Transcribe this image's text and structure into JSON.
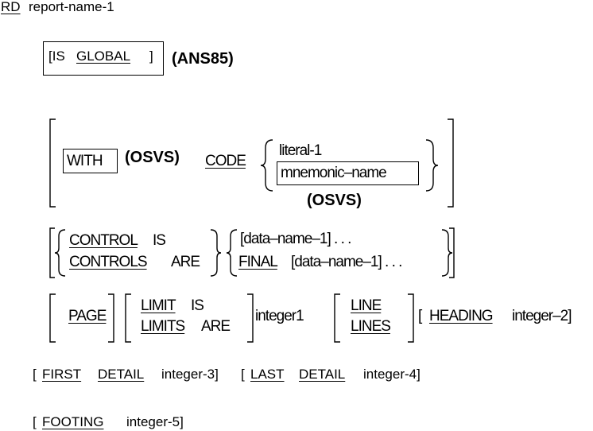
{
  "header": {
    "keyword": "RD",
    "rest": "report-name-1"
  },
  "global_clause": {
    "is": "[IS",
    "global": "GLOBAL",
    "close": "]",
    "tag": "(ANS85)"
  },
  "code_clause": {
    "with": "WITH",
    "with_tag": "(OSVS)",
    "code": "CODE",
    "literal": "literal-1",
    "mnemonic": "mnemonic–name",
    "mnemonic_tag": "(OSVS)"
  },
  "control_clause": {
    "controlis": "CONTROL",
    "is_word": "IS",
    "controls": "CONTROLS",
    "are_word": "ARE",
    "data1": "[data–name–1] . . .",
    "final": "FINAL",
    "data2": "[data–name–1] . . ."
  },
  "page_clause": {
    "page": "PAGE",
    "limit": "LIMIT",
    "is_word": "IS",
    "limits": "LIMITS",
    "are_word": "ARE",
    "integer1": "integer1",
    "line": "LINE",
    "lines": "LINES",
    "open": "[",
    "heading": "HEADING",
    "integer2": "integer–2]"
  },
  "detail_clause": {
    "open1": "[",
    "first": "FIRST",
    "detail1": "DETAIL",
    "int3": "integer-3]",
    "open2": "[",
    "last": "LAST",
    "detail2": "DETAIL",
    "int4": "integer-4]"
  },
  "footing_clause": {
    "open": "[",
    "footing": "FOOTING",
    "int5": "integer-5]"
  }
}
